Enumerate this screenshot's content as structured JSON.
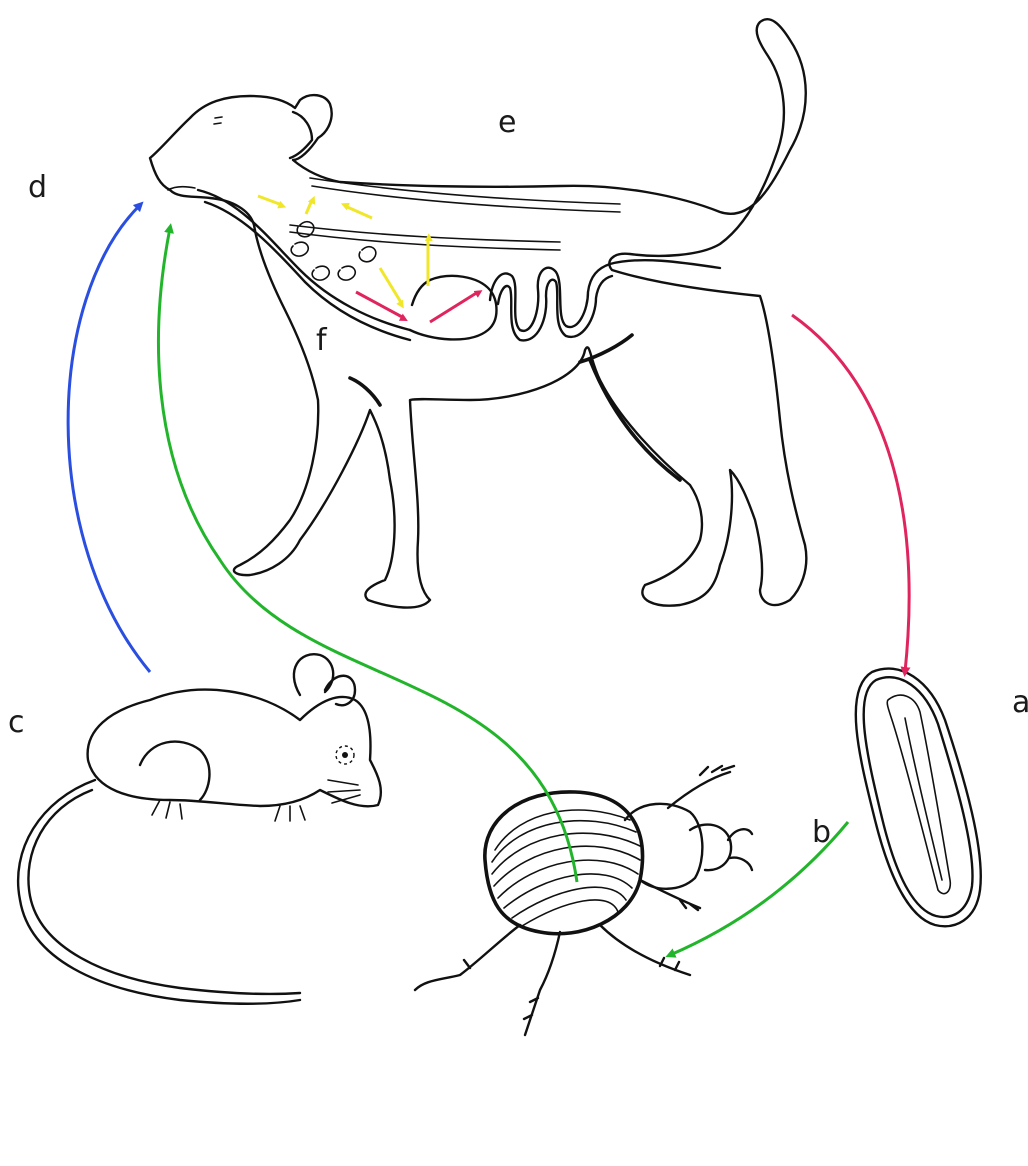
{
  "labels": {
    "a": "a",
    "b": "b",
    "c": "c",
    "d": "d",
    "e": "e",
    "f": "f"
  },
  "colors": {
    "transmission_to_egg": "#e0245e",
    "egg_to_beetle": "#22b52b",
    "beetle_to_dog": "#22b52b",
    "mouse_to_dog": "#2a4fe0",
    "migration_arrows": "#f0e62a",
    "gut_arrows": "#e0245e",
    "line_art": "#111111"
  },
  "icons": {
    "dog": "dog-host-illustration",
    "egg": "parasite-egg-illustration",
    "beetle": "dung-beetle-illustration",
    "mouse": "mouse-host-illustration"
  }
}
